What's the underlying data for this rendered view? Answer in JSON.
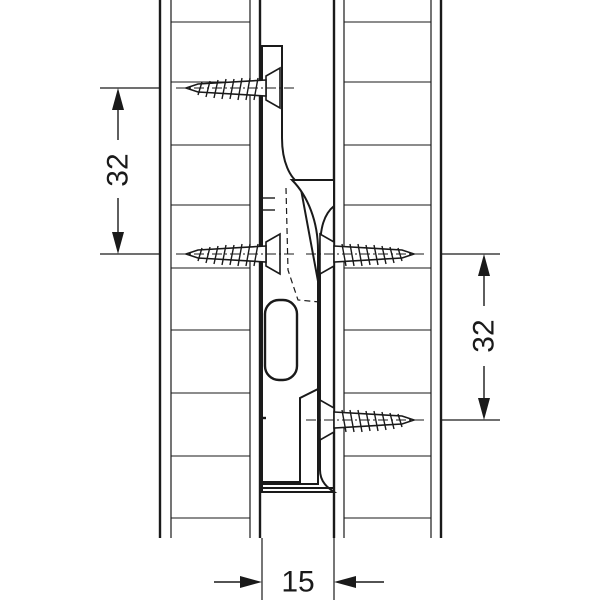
{
  "dimensions": {
    "left_vertical_spacing": "32",
    "right_vertical_spacing": "32",
    "connector_width": "15"
  },
  "colors": {
    "line": "#1a1a1a",
    "background": "#ffffff"
  }
}
